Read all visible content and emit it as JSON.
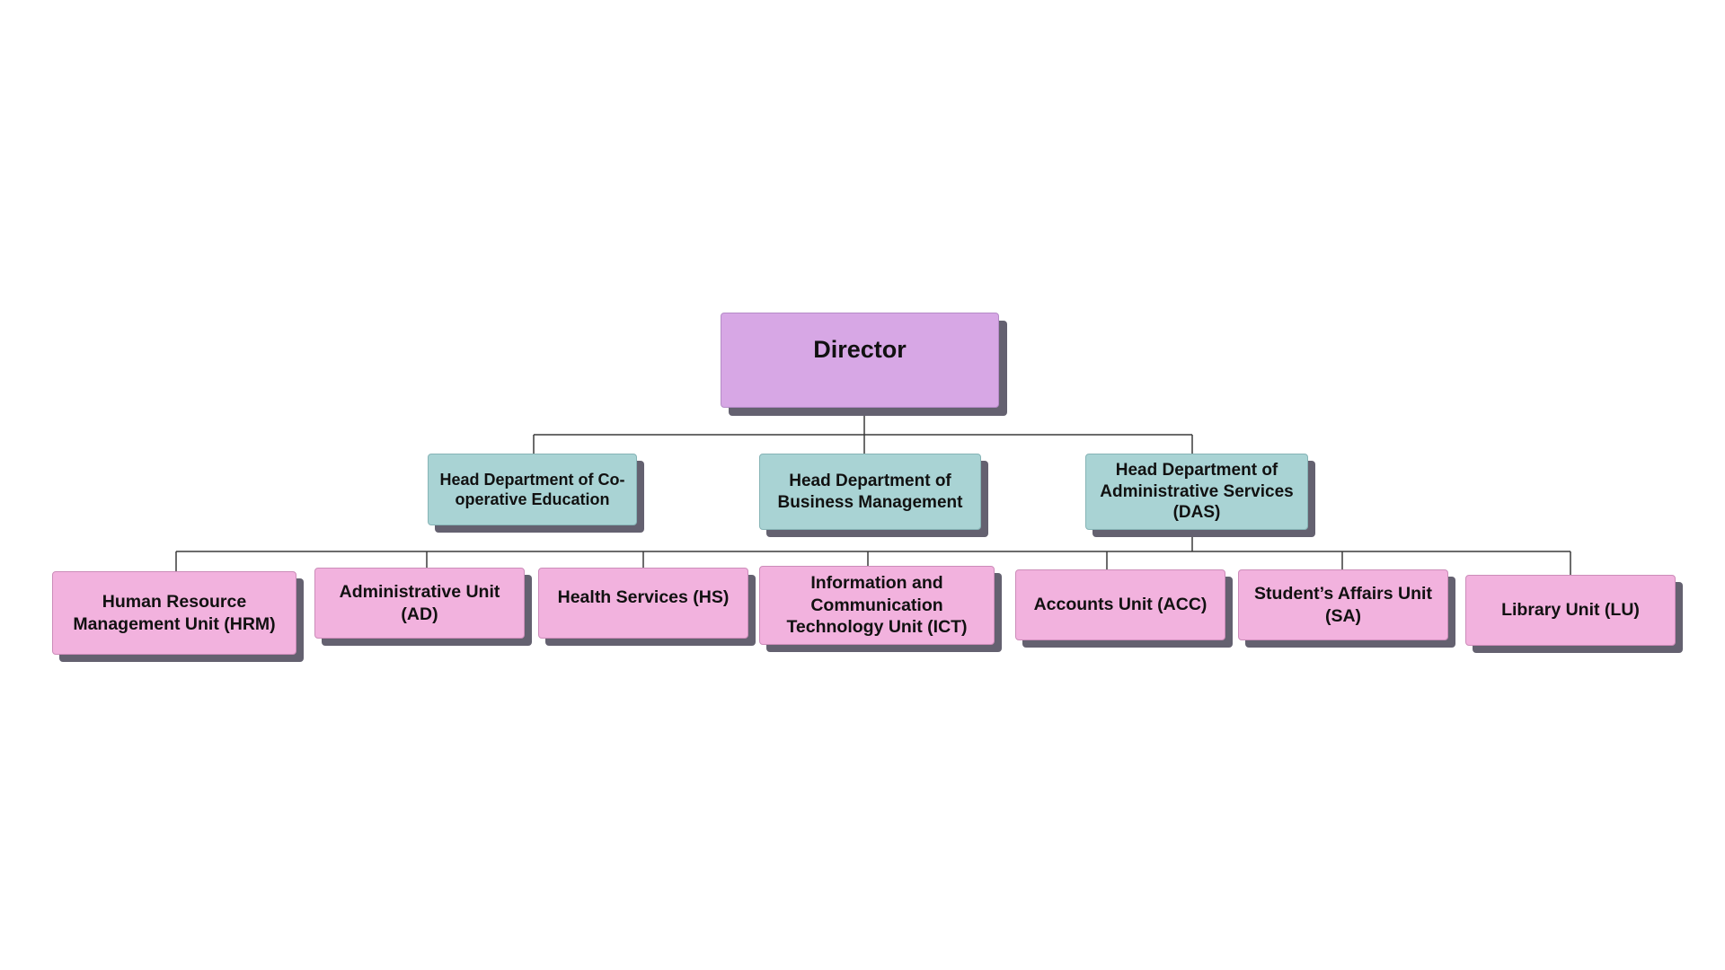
{
  "director": {
    "label": "Director"
  },
  "departments": [
    {
      "label": "Head Department of Co-operative Education"
    },
    {
      "label": "Head Department of Business Management"
    },
    {
      "label": "Head Department of Administrative Services (DAS)"
    }
  ],
  "units": [
    {
      "label": "Human Resource Management Unit (HRM)"
    },
    {
      "label": "Administrative Unit (AD)"
    },
    {
      "label": "Health Services (HS)"
    },
    {
      "label": "Information and Communication Technology Unit (ICT)"
    },
    {
      "label": "Accounts Unit (ACC)"
    },
    {
      "label": "Student’s Affairs Unit (SA)"
    },
    {
      "label": "Library Unit (LU)"
    }
  ],
  "colors": {
    "director_fill": "#d7a7e5",
    "department_fill": "#a9d3d4",
    "unit_fill": "#f2b2de",
    "shadow": "#646170",
    "connector": "#3a3a3a"
  }
}
